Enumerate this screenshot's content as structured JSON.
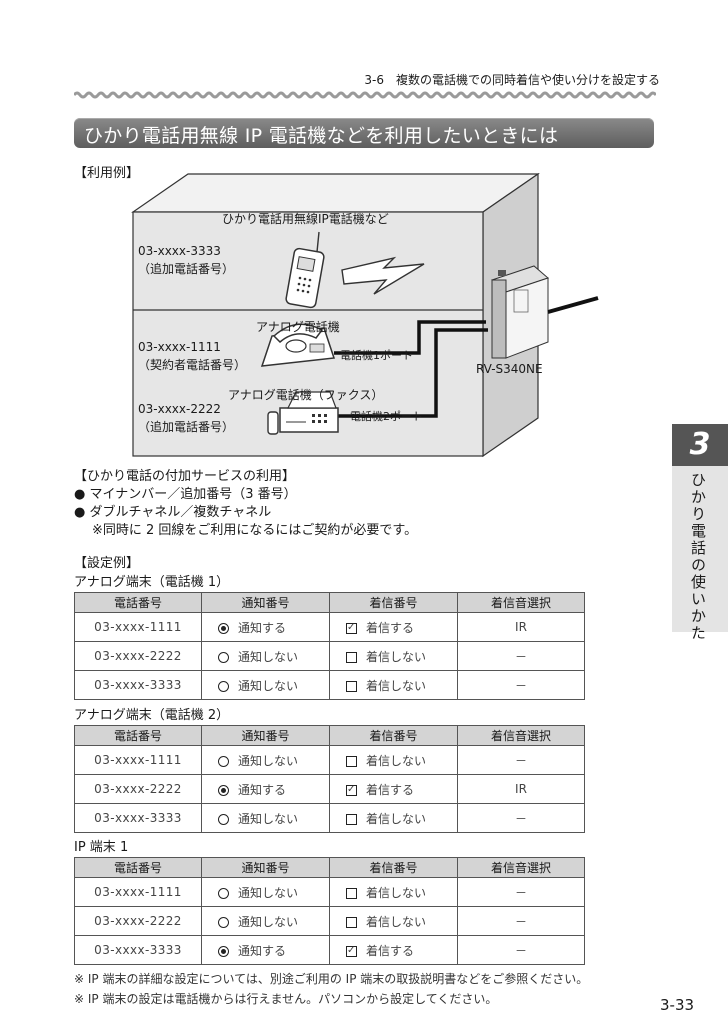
{
  "header": {
    "section": "3-6　複数の電話機での同時着信や使い分けを設定する"
  },
  "title": "ひかり電話用無線 IP 電話機などを利用したいときには",
  "usage_label": "【利用例】",
  "diagram": {
    "wireless_label": "ひかり電話用無線IP電話機など",
    "wireless_number": "03-xxxx-3333",
    "wireless_note": "（追加電話番号）",
    "analog_label": "アナログ電話機",
    "analog_number": "03-xxxx-1111",
    "analog_note": "（契約者電話番号）",
    "port1_label": "電話機1ポート",
    "fax_label": "アナログ電話機（ファクス）",
    "fax_number": "03-xxxx-2222",
    "fax_note": "（追加電話番号）",
    "port2_label": "電話機2ポート",
    "device_label": "RV-S340NE"
  },
  "services": {
    "heading": "【ひかり電話の付加サービスの利用】",
    "item1": "● マイナンバー／追加番号（3 番号）",
    "item2": "● ダブルチャネル／複数チャネル",
    "note": "※同時に 2 回線をご利用になるにはご契約が必要です。"
  },
  "settings_label": "【設定例】",
  "columns": [
    "電話番号",
    "通知番号",
    "着信番号",
    "着信音選択"
  ],
  "tables": [
    {
      "title": "アナログ端末（電話機 1）",
      "rows": [
        {
          "number": "03-xxxx-1111",
          "notify": "通知する",
          "notify_on": true,
          "receive": "着信する",
          "receive_on": true,
          "ring": "IR"
        },
        {
          "number": "03-xxxx-2222",
          "notify": "通知しない",
          "notify_on": false,
          "receive": "着信しない",
          "receive_on": false,
          "ring": "－"
        },
        {
          "number": "03-xxxx-3333",
          "notify": "通知しない",
          "notify_on": false,
          "receive": "着信しない",
          "receive_on": false,
          "ring": "－"
        }
      ]
    },
    {
      "title": "アナログ端末（電話機 2）",
      "rows": [
        {
          "number": "03-xxxx-1111",
          "notify": "通知しない",
          "notify_on": false,
          "receive": "着信しない",
          "receive_on": false,
          "ring": "－"
        },
        {
          "number": "03-xxxx-2222",
          "notify": "通知する",
          "notify_on": true,
          "receive": "着信する",
          "receive_on": true,
          "ring": "IR"
        },
        {
          "number": "03-xxxx-3333",
          "notify": "通知しない",
          "notify_on": false,
          "receive": "着信しない",
          "receive_on": false,
          "ring": "－"
        }
      ]
    },
    {
      "title": "IP 端末 1",
      "rows": [
        {
          "number": "03-xxxx-1111",
          "notify": "通知しない",
          "notify_on": false,
          "receive": "着信しない",
          "receive_on": false,
          "ring": "－"
        },
        {
          "number": "03-xxxx-2222",
          "notify": "通知しない",
          "notify_on": false,
          "receive": "着信しない",
          "receive_on": false,
          "ring": "－"
        },
        {
          "number": "03-xxxx-3333",
          "notify": "通知する",
          "notify_on": true,
          "receive": "着信する",
          "receive_on": true,
          "ring": "－"
        }
      ]
    }
  ],
  "notes": [
    "※ IP 端末の詳細な設定については、別途ご利用の IP 端末の取扱説明書などをご参照ください。",
    "※ IP 端末の設定は電話機からは行えません。パソコンから設定してください。"
  ],
  "side_tab": {
    "number": "3",
    "label": "ひかり電話の使いかた"
  },
  "page_number": "3-33"
}
